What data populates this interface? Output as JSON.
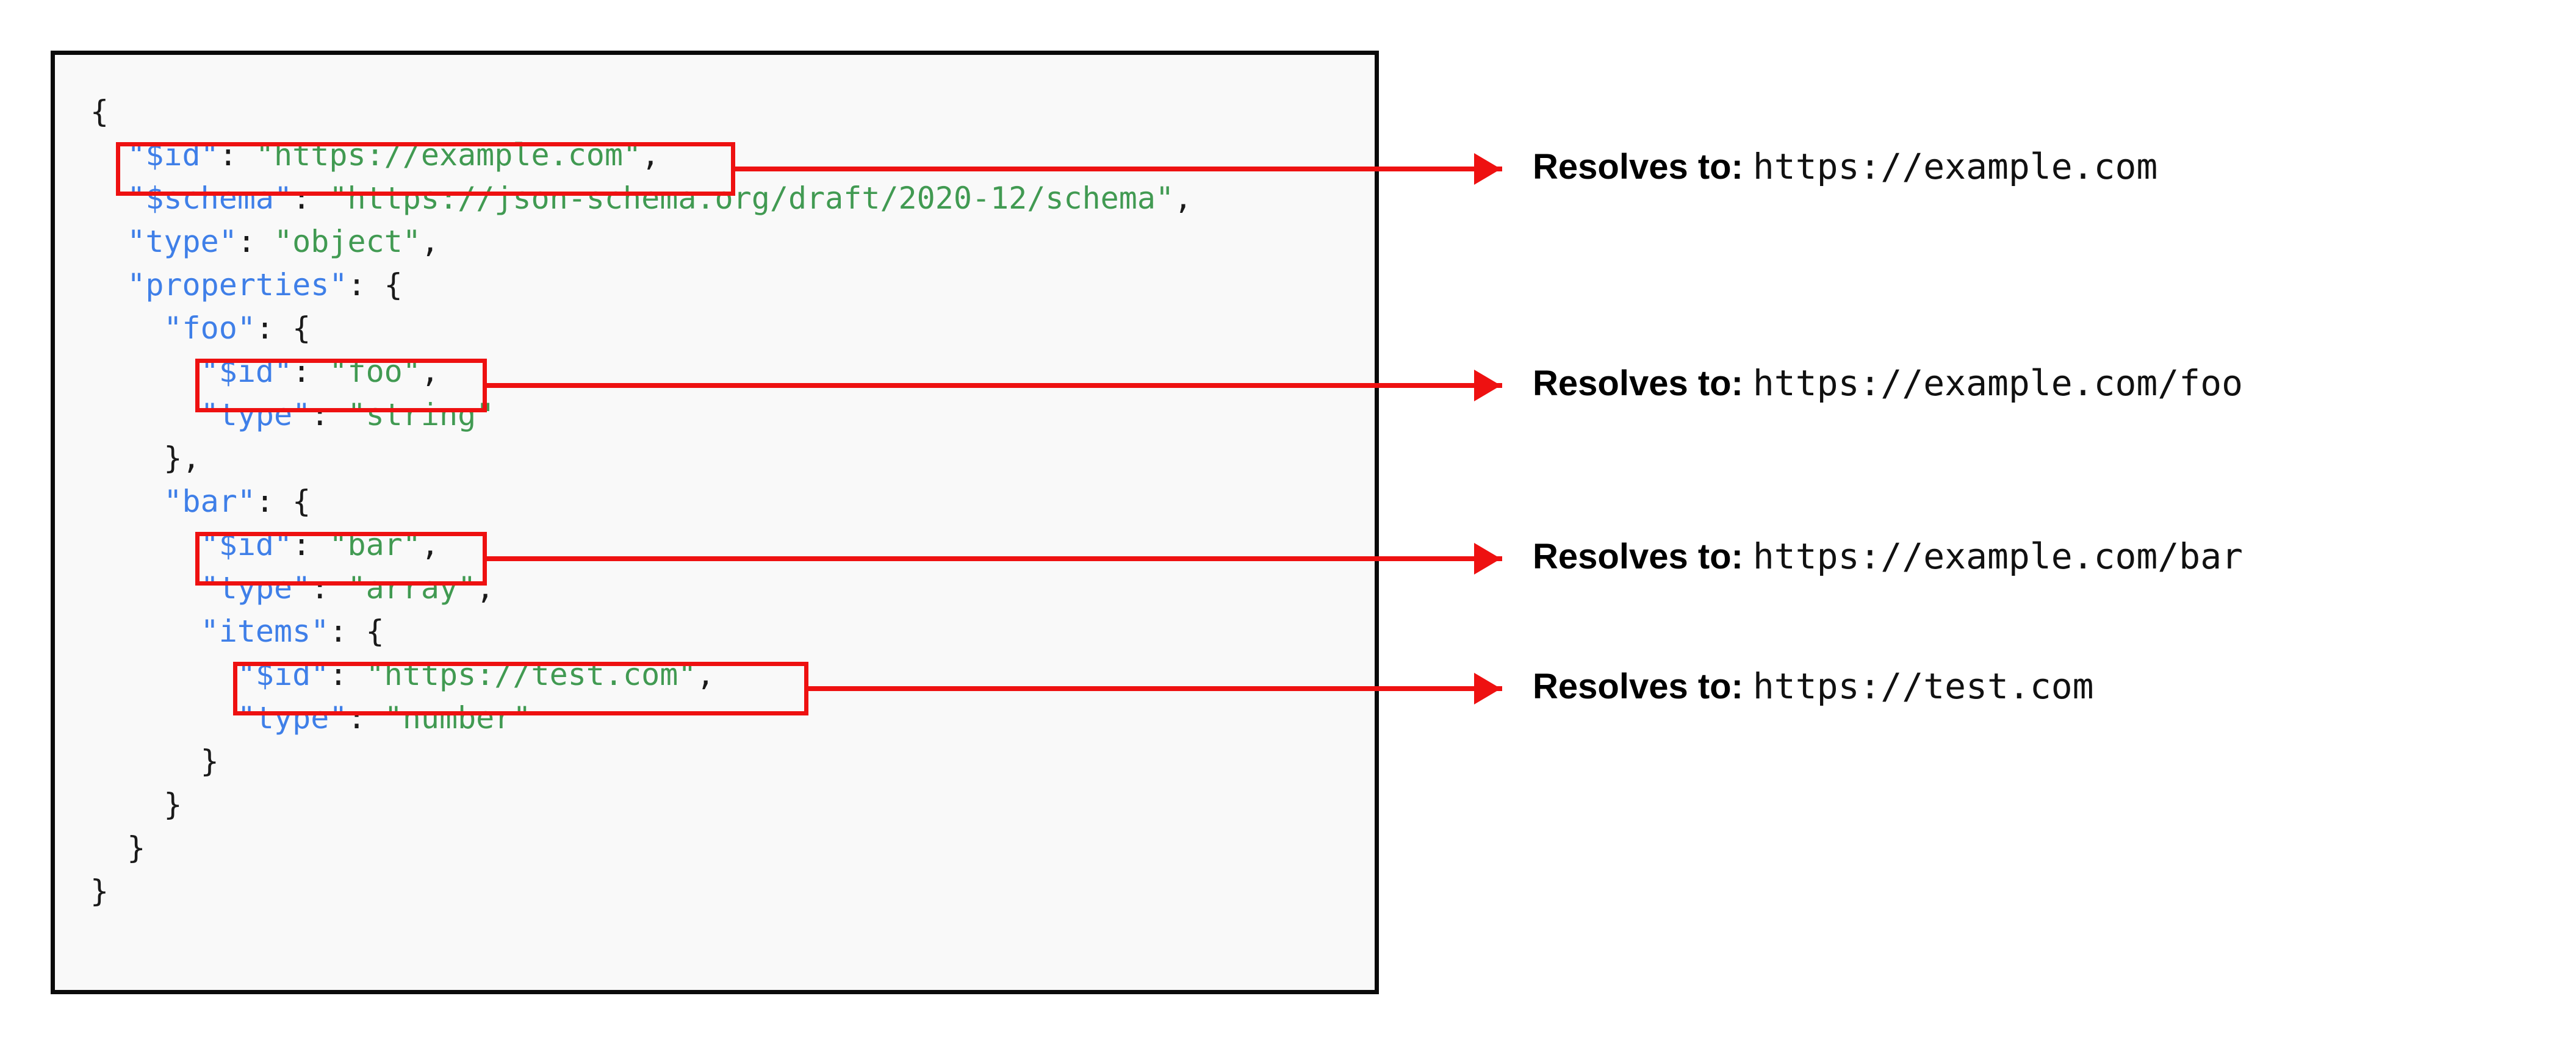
{
  "code_panel": {
    "background_color": "#f9f9f9",
    "border_color": "#0a0a0a",
    "language": "json",
    "lines": [
      {
        "indent": 0,
        "segments": [
          {
            "text": "{",
            "type": "punctuation"
          }
        ]
      },
      {
        "indent": 1,
        "segments": [
          {
            "text": "\"$id\"",
            "type": "key"
          },
          {
            "text": ": ",
            "type": "punctuation"
          },
          {
            "text": "\"https://example.com\"",
            "type": "string"
          },
          {
            "text": ",",
            "type": "punctuation"
          }
        ]
      },
      {
        "indent": 1,
        "segments": [
          {
            "text": "\"$schema\"",
            "type": "key"
          },
          {
            "text": ": ",
            "type": "punctuation"
          },
          {
            "text": "\"https://json-schema.org/draft/2020-12/schema\"",
            "type": "string"
          },
          {
            "text": ",",
            "type": "punctuation"
          }
        ]
      },
      {
        "indent": 1,
        "segments": [
          {
            "text": "\"type\"",
            "type": "key"
          },
          {
            "text": ": ",
            "type": "punctuation"
          },
          {
            "text": "\"object\"",
            "type": "string"
          },
          {
            "text": ",",
            "type": "punctuation"
          }
        ]
      },
      {
        "indent": 1,
        "segments": [
          {
            "text": "\"properties\"",
            "type": "key"
          },
          {
            "text": ": {",
            "type": "punctuation"
          }
        ]
      },
      {
        "indent": 2,
        "segments": [
          {
            "text": "\"foo\"",
            "type": "key"
          },
          {
            "text": ": {",
            "type": "punctuation"
          }
        ]
      },
      {
        "indent": 3,
        "segments": [
          {
            "text": "\"$id\"",
            "type": "key"
          },
          {
            "text": ": ",
            "type": "punctuation"
          },
          {
            "text": "\"foo\"",
            "type": "string"
          },
          {
            "text": ",",
            "type": "punctuation"
          }
        ]
      },
      {
        "indent": 3,
        "segments": [
          {
            "text": "\"type\"",
            "type": "key"
          },
          {
            "text": ": ",
            "type": "punctuation"
          },
          {
            "text": "\"string\"",
            "type": "string"
          }
        ]
      },
      {
        "indent": 2,
        "segments": [
          {
            "text": "},",
            "type": "punctuation"
          }
        ]
      },
      {
        "indent": 2,
        "segments": [
          {
            "text": "\"bar\"",
            "type": "key"
          },
          {
            "text": ": {",
            "type": "punctuation"
          }
        ]
      },
      {
        "indent": 3,
        "segments": [
          {
            "text": "\"$id\"",
            "type": "key"
          },
          {
            "text": ": ",
            "type": "punctuation"
          },
          {
            "text": "\"bar\"",
            "type": "string"
          },
          {
            "text": ",",
            "type": "punctuation"
          }
        ]
      },
      {
        "indent": 3,
        "segments": [
          {
            "text": "\"type\"",
            "type": "key"
          },
          {
            "text": ": ",
            "type": "punctuation"
          },
          {
            "text": "\"array\"",
            "type": "string"
          },
          {
            "text": ",",
            "type": "punctuation"
          }
        ]
      },
      {
        "indent": 3,
        "segments": [
          {
            "text": "\"items\"",
            "type": "key"
          },
          {
            "text": ": {",
            "type": "punctuation"
          }
        ]
      },
      {
        "indent": 4,
        "segments": [
          {
            "text": "\"$id\"",
            "type": "key"
          },
          {
            "text": ": ",
            "type": "punctuation"
          },
          {
            "text": "\"https://test.com\"",
            "type": "string"
          },
          {
            "text": ",",
            "type": "punctuation"
          }
        ]
      },
      {
        "indent": 4,
        "segments": [
          {
            "text": "\"type\"",
            "type": "key"
          },
          {
            "text": ": ",
            "type": "punctuation"
          },
          {
            "text": "\"number\"",
            "type": "string"
          }
        ]
      },
      {
        "indent": 3,
        "segments": [
          {
            "text": "}",
            "type": "punctuation"
          }
        ]
      },
      {
        "indent": 2,
        "segments": [
          {
            "text": "}",
            "type": "punctuation"
          }
        ]
      },
      {
        "indent": 1,
        "segments": [
          {
            "text": "}",
            "type": "punctuation"
          }
        ]
      },
      {
        "indent": 0,
        "segments": [
          {
            "text": "}",
            "type": "punctuation"
          }
        ]
      }
    ]
  },
  "highlight_color": "#ee1111",
  "annotations": [
    {
      "source_text": "\"$id\": \"https://example.com\",",
      "label": "Resolves to:",
      "url": "https://example.com"
    },
    {
      "source_text": "\"$id\": \"foo\",",
      "label": "Resolves to:",
      "url": "https://example.com/foo"
    },
    {
      "source_text": "\"$id\": \"bar\",",
      "label": "Resolves to:",
      "url": "https://example.com/bar"
    },
    {
      "source_text": "\"$id\": \"https://test.com\",",
      "label": "Resolves to:",
      "url": "https://test.com"
    }
  ]
}
